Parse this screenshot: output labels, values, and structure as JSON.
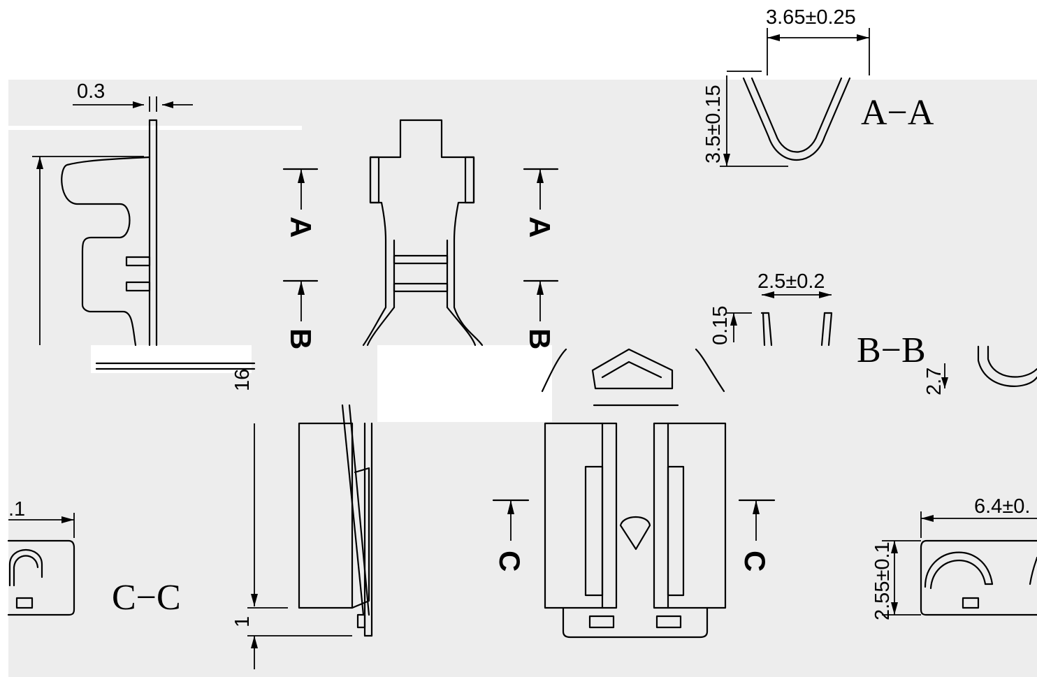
{
  "dimensions": {
    "top_thickness": "0.3",
    "aa_width": "3.65±0.25",
    "aa_height": "3.5±0.15",
    "bb_width": "2.5±0.2",
    "bb_height": "0.15",
    "bb_side": "2.7",
    "total_height": "16",
    "bottom_step": "1",
    "cc_width_partial": ".1",
    "right_height": "2.55±0.1",
    "right_width": "6.4±0."
  },
  "section_titles": {
    "aa": "A−A",
    "bb": "B−B",
    "cc": "C−C"
  },
  "section_letters": {
    "a_left": "A",
    "a_right": "A",
    "b_left": "B",
    "b_right": "B",
    "c_left": "C",
    "c_right": "C"
  },
  "colors": {
    "ink": "#000000",
    "band": "#ededed",
    "background": "#ffffff"
  }
}
